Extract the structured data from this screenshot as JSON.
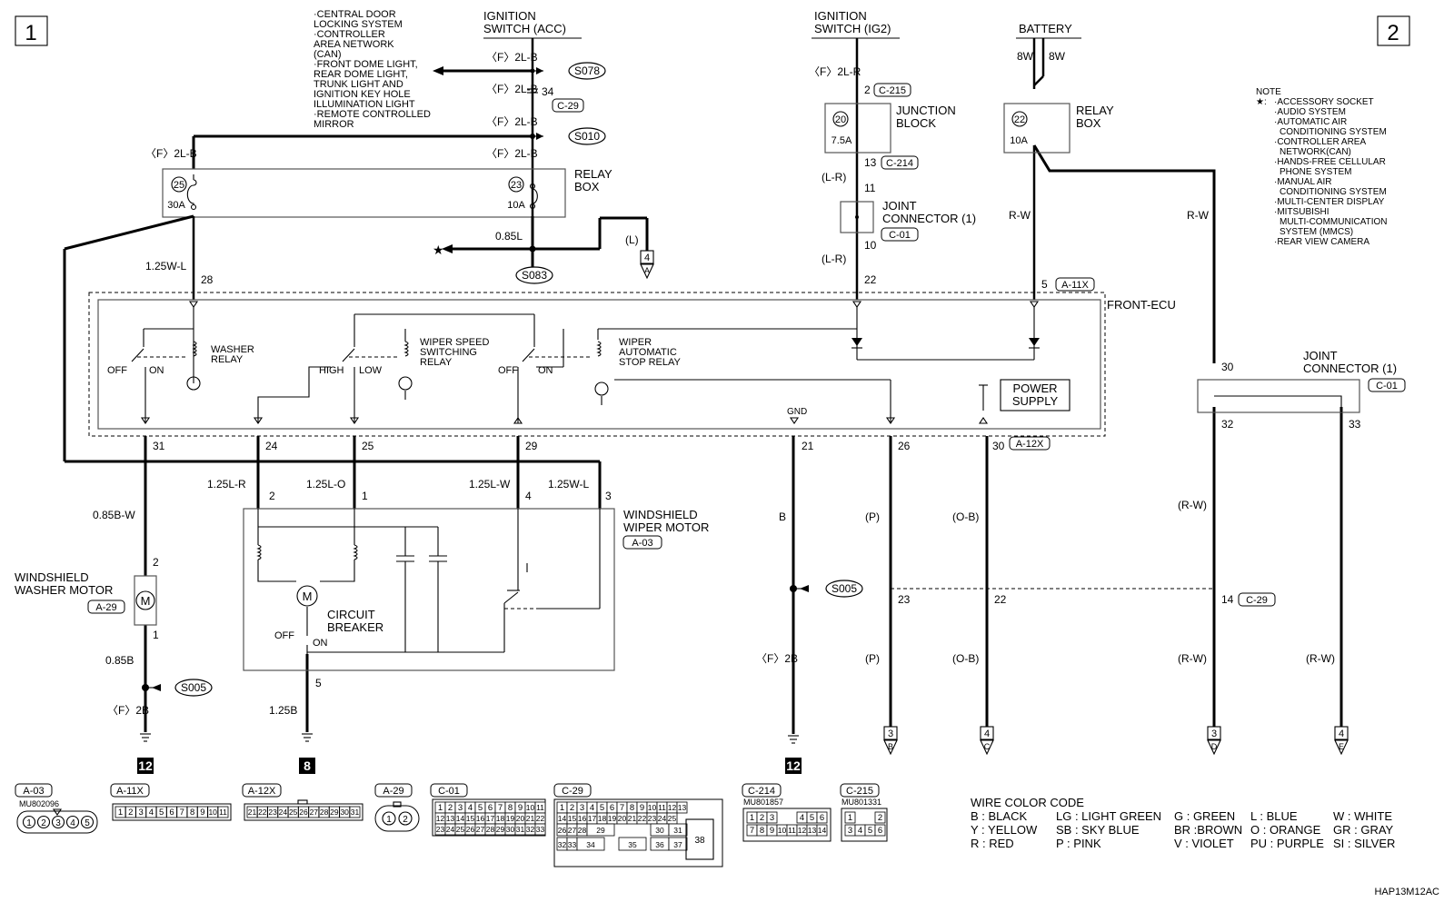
{
  "page": {
    "page_left": "1",
    "page_right": "2",
    "diagram_code": "HAP13M12AC"
  },
  "acc_note": [
    "·CENTRAL DOOR",
    "LOCKING SYSTEM",
    "·CONTROLLER",
    "AREA NETWORK",
    "(CAN)",
    "·FRONT DOME LIGHT,",
    "REAR DOME LIGHT,",
    "TRUNK LIGHT AND",
    "IGNITION KEY HOLE",
    "ILLUMINATION LIGHT",
    "·REMOTE CONTROLLED",
    "MIRROR"
  ],
  "sources": {
    "acc_line1": "IGNITION",
    "acc_line2": "SWITCH (ACC)",
    "ig2_line1": "IGNITION",
    "ig2_line2": "SWITCH (IG2)",
    "battery": "BATTERY"
  },
  "note": {
    "title": "NOTE",
    "star": "★:",
    "items": [
      "·ACCESSORY SOCKET",
      "·AUDIO SYSTEM",
      "·AUTOMATIC AIR",
      "CONDITIONING SYSTEM",
      "·CONTROLLER AREA",
      "NETWORK(CAN)",
      "·HANDS-FREE CELLULAR",
      "PHONE SYSTEM",
      "·MANUAL AIR",
      "CONDITIONING SYSTEM",
      "·MULTI-CENTER DISPLAY",
      "·MITSUBISHI",
      "MULTI-COMMUNICATION",
      "SYSTEM (MMCS)",
      "·REAR VIEW CAMERA"
    ]
  },
  "wire_labels": {
    "f2lb_1": "〈F〉2L-B",
    "f2lb_2": "〈F〉2L-B",
    "f2lb_3": "〈F〉2L-B",
    "f2lb_4": "〈F〉2L-B",
    "f2lb_left": "〈F〉2L-B",
    "f2lr": "〈F〉2L-R",
    "w085l": "0.85L",
    "l_paren": "(L)",
    "w125wl_top": "1.25W-L",
    "lr_1": "(L-R)",
    "lr_2": "(L-R)",
    "rw_1": "R-W",
    "rw_2": "R-W",
    "w125lr": "1.25L-R",
    "w125lo": "1.25L-O",
    "w125lw": "1.25L-W",
    "w125wl": "1.25W-L",
    "w085bw": "0.85B-W",
    "w085b": "0.85B",
    "f2b_1": "〈F〉2B",
    "f2b_2": "〈F〉2B",
    "w125b": "1.25B",
    "b": "B",
    "p_1": "(P)",
    "p_2": "(P)",
    "ob_1": "(O-B)",
    "ob_2": "(O-B)",
    "rw_3": "(R-W)",
    "rw_4": "(R-W)",
    "rw_5": "(R-W)",
    "w8_1": "8W",
    "w8_2": "8W",
    "star": "★"
  },
  "splices": {
    "s078": "S078",
    "s010": "S010",
    "s083": "S083",
    "s005_a": "S005",
    "s005_b": "S005"
  },
  "connector_codes": {
    "c29_top": "C-29",
    "c215": "C-215",
    "c214": "C-214",
    "c01_a": "C-01",
    "a11x": "A-11X",
    "a12x": "A-12X",
    "c01_b": "C-01",
    "c29_mid": "C-29",
    "a03": "A-03",
    "a29": "A-29"
  },
  "pin_numbers": {
    "p34": "34",
    "p2": "2",
    "p13": "13",
    "p11": "11",
    "p10": "10",
    "p22_top": "22",
    "p5_top": "5",
    "p28": "28",
    "p31": "31",
    "p24": "24",
    "p25": "25",
    "p29": "29",
    "p21": "21",
    "p26": "26",
    "p30_ecu": "30",
    "m2": "2",
    "m1": "1",
    "m4": "4",
    "m3": "3",
    "wm2": "2",
    "wm1": "1",
    "p5_bot": "5",
    "p23": "23",
    "p22_bot": "22",
    "p14": "14",
    "jc30": "30",
    "jc32": "32",
    "jc33": "33"
  },
  "fuses": {
    "f25": "25",
    "f25_amp": "30A",
    "f23": "23",
    "f23_amp": "10A",
    "f20": "20",
    "f20_amp": "7.5A",
    "f22": "22",
    "f22_amp": "10A"
  },
  "components": {
    "relay_box_1a": "RELAY",
    "relay_box_1b": "BOX",
    "relay_box_2a": "RELAY",
    "relay_box_2b": "BOX",
    "junction_block_a": "JUNCTION",
    "junction_block_b": "BLOCK",
    "joint_conn_a": "JOINT",
    "joint_conn_b": "CONNECTOR (1)",
    "joint_conn2_a": "JOINT",
    "joint_conn2_b": "CONNECTOR (1)",
    "front_ecu": "FRONT-ECU",
    "washer_relay_a": "WASHER",
    "washer_relay_b": "RELAY",
    "speed_relay_a": "WIPER SPEED",
    "speed_relay_b": "SWITCHING",
    "speed_relay_c": "RELAY",
    "auto_stop_a": "WIPER",
    "auto_stop_b": "AUTOMATIC",
    "auto_stop_c": "STOP RELAY",
    "power_supply_a": "POWER",
    "power_supply_b": "SUPPLY",
    "off_1": "OFF",
    "on_1": "ON",
    "high": "HIGH",
    "low": "LOW",
    "off_2": "OFF",
    "on_2": "ON",
    "gnd": "GND",
    "wiper_motor_a": "WINDSHIELD",
    "wiper_motor_b": "WIPER MOTOR",
    "washer_motor_a": "WINDSHIELD",
    "washer_motor_b": "WASHER MOTOR",
    "circuit_breaker_a": "CIRCUIT",
    "circuit_breaker_b": "BREAKER",
    "off_3": "OFF",
    "on_3": "ON",
    "motor_m": "M",
    "washer_m": "M"
  },
  "grounds": {
    "g12_a": "12",
    "g8": "8",
    "g12_b": "12"
  },
  "page_refs": {
    "ref_4a_num": "4",
    "ref_4a_let": "A",
    "ref_3b_num": "3",
    "ref_3b_let": "B",
    "ref_4c_num": "4",
    "ref_4c_let": "C",
    "ref_3d_num": "3",
    "ref_3d_let": "D",
    "ref_4e_num": "4",
    "ref_4e_let": "E"
  },
  "connector_views": {
    "a03_label": "A-03",
    "a03_part": "MU802096",
    "a03_pins": [
      "1",
      "2",
      "3",
      "4",
      "5"
    ],
    "a11x_label": "A-11X",
    "a11x_pins": [
      "1",
      "2",
      "3",
      "4",
      "5",
      "6",
      "7",
      "8",
      "9",
      "10",
      "11"
    ],
    "a12x_label": "A-12X",
    "a12x_pins": [
      "21",
      "22",
      "23",
      "24",
      "25",
      "26",
      "27",
      "28",
      "29",
      "30",
      "31"
    ],
    "a29_label": "A-29",
    "a29_pins": [
      "1",
      "2"
    ],
    "c01_label": "C-01",
    "c01_rows": [
      [
        "1",
        "2",
        "3",
        "4",
        "5",
        "6",
        "7",
        "8",
        "9",
        "10",
        "11"
      ],
      [
        "12",
        "13",
        "14",
        "15",
        "16",
        "17",
        "18",
        "19",
        "20",
        "21",
        "22"
      ],
      [
        "23",
        "24",
        "25",
        "26",
        "27",
        "28",
        "29",
        "30",
        "31",
        "32",
        "33"
      ]
    ],
    "c29_label": "C-29",
    "c29_rows": [
      [
        "1",
        "2",
        "3",
        "4",
        "5",
        "6",
        "7",
        "8",
        "9",
        "10",
        "11",
        "12",
        "13"
      ],
      [
        "14",
        "15",
        "16",
        "17",
        "18",
        "19",
        "20",
        "21",
        "22",
        "23",
        "24",
        "25"
      ],
      [
        "26",
        "27",
        "28",
        "29",
        "30",
        "31"
      ],
      [
        "32",
        "33",
        "34",
        "35",
        "36",
        "37"
      ]
    ],
    "c29_big": "38",
    "c214_label": "C-214",
    "c214_part": "MU801857",
    "c214_rows": [
      [
        "1",
        "2",
        "3",
        "4",
        "5",
        "6"
      ],
      [
        "7",
        "8",
        "9",
        "10",
        "11",
        "12",
        "13",
        "14"
      ]
    ],
    "c215_label": "C-215",
    "c215_part": "MU801331",
    "c215_rows": [
      [
        "1",
        "2"
      ],
      [
        "3",
        "4",
        "5",
        "6"
      ]
    ]
  },
  "wire_color_code": {
    "title": "WIRE COLOR CODE",
    "rows": [
      [
        "B : BLACK",
        "LG : LIGHT GREEN",
        "G : GREEN",
        "L : BLUE",
        "W : WHITE"
      ],
      [
        "Y : YELLOW",
        "SB : SKY BLUE",
        "BR :BROWN",
        "O : ORANGE",
        "GR : GRAY"
      ],
      [
        "R : RED",
        "P : PINK",
        "V : VIOLET",
        "PU : PURPLE",
        "SI : SILVER"
      ]
    ]
  }
}
